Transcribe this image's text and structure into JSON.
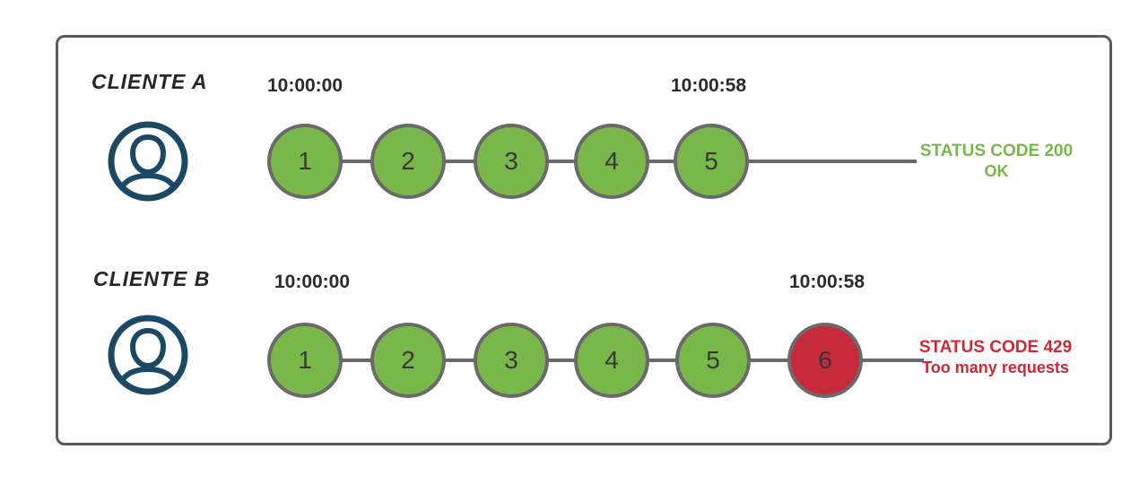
{
  "colors": {
    "frame_border": "#5a5a5a",
    "timeline_line": "#696969",
    "circle_stroke": "#6a6a6a",
    "request_ok_fill": "#7ab74b",
    "request_blocked_fill": "#c8293a",
    "user_icon": "#1b4965",
    "status_ok_text": "#76b84a",
    "status_error_text": "#cc2936",
    "label_text": "#2b2b2b"
  },
  "rows": [
    {
      "client_label": "CLIENTE A",
      "start_time": "10:00:00",
      "end_time": "10:00:58",
      "requests": [
        {
          "label": "1",
          "status": "ok"
        },
        {
          "label": "2",
          "status": "ok"
        },
        {
          "label": "3",
          "status": "ok"
        },
        {
          "label": "4",
          "status": "ok"
        },
        {
          "label": "5",
          "status": "ok"
        }
      ],
      "status_code_line": "STATUS CODE 200",
      "status_description": "OK"
    },
    {
      "client_label": "CLIENTE B",
      "start_time": "10:00:00",
      "end_time": "10:00:58",
      "requests": [
        {
          "label": "1",
          "status": "ok"
        },
        {
          "label": "2",
          "status": "ok"
        },
        {
          "label": "3",
          "status": "ok"
        },
        {
          "label": "4",
          "status": "ok"
        },
        {
          "label": "5",
          "status": "ok"
        },
        {
          "label": "6",
          "status": "blocked"
        }
      ],
      "status_code_line": "STATUS CODE 429",
      "status_description": "Too many requests"
    }
  ]
}
